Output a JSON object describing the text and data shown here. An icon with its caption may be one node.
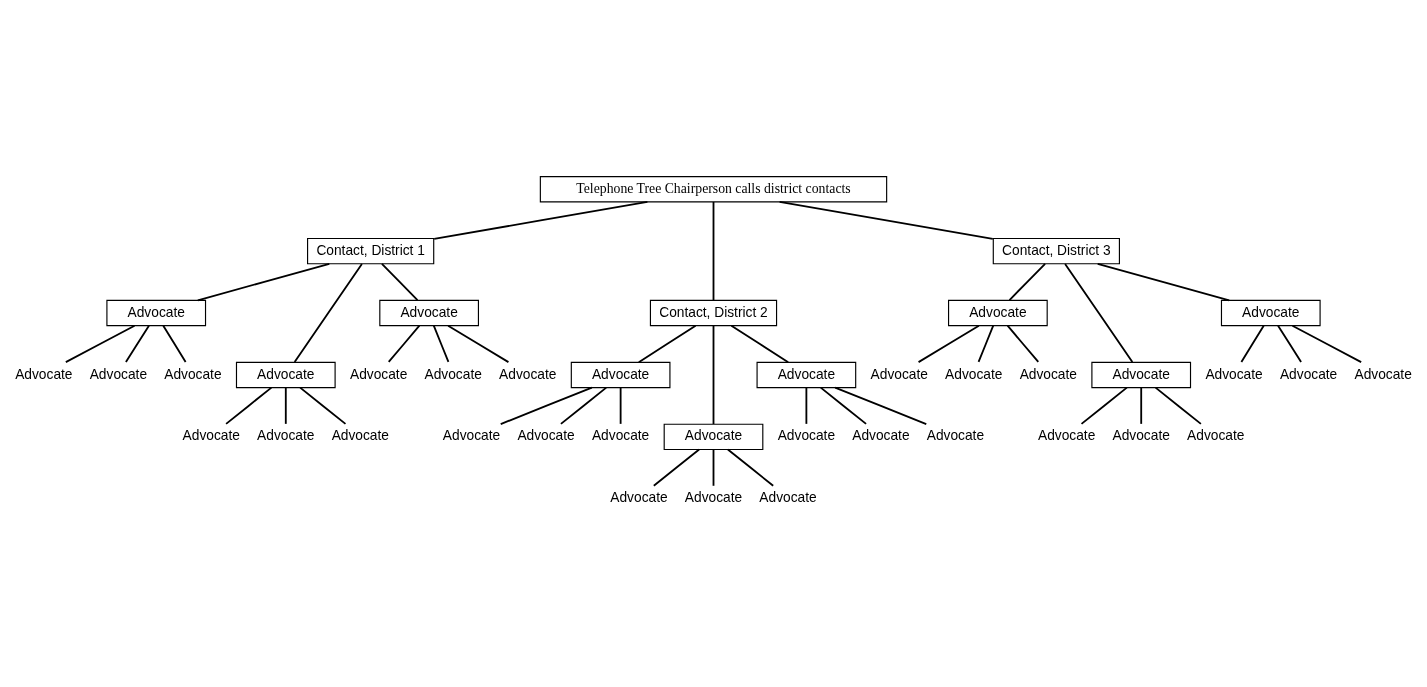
{
  "diagram": {
    "nodes": [
      {
        "text": [
          "Telephone Tree Chairperson calls district contacts"
        ]
      },
      {
        "text": [
          "Contact, District 1"
        ]
      },
      {
        "text": [
          "Advocate"
        ]
      },
      {
        "text": [
          "Advocate"
        ]
      },
      {
        "text": [
          "Advocate"
        ]
      },
      {
        "text": [
          "Advocate"
        ]
      },
      {
        "text": [
          "Advocate"
        ]
      },
      {
        "text": [
          "Advocate"
        ]
      },
      {
        "text": [
          "Advocate"
        ]
      },
      {
        "text": [
          "Advocate"
        ]
      },
      {
        "text": [
          "Advocate"
        ]
      },
      {
        "text": [
          "Advocate"
        ]
      },
      {
        "text": [
          "Advocate"
        ]
      },
      {
        "text": [
          "Advocate"
        ]
      },
      {
        "text": [
          "Contact, District 2"
        ]
      },
      {
        "text": [
          "Advocate"
        ]
      },
      {
        "text": [
          "Advocate"
        ]
      },
      {
        "text": [
          "Advocate"
        ]
      },
      {
        "text": [
          "Advocate"
        ]
      },
      {
        "text": [
          "Advocate"
        ]
      },
      {
        "text": [
          "Advocate"
        ]
      },
      {
        "text": [
          "Advocate"
        ]
      },
      {
        "text": [
          "Advocate"
        ]
      },
      {
        "text": [
          "Advocate"
        ]
      },
      {
        "text": [
          "Advocate"
        ]
      },
      {
        "text": [
          "Advocate"
        ]
      },
      {
        "text": [
          "Advocate"
        ]
      },
      {
        "text": [
          "Contact, District 3"
        ]
      },
      {
        "text": [
          "Advocate"
        ]
      },
      {
        "text": [
          "Advocate"
        ]
      },
      {
        "text": [
          "Advocate"
        ]
      },
      {
        "text": [
          "Advocate"
        ]
      },
      {
        "text": [
          "Advocate"
        ]
      },
      {
        "text": [
          "Advocate"
        ]
      },
      {
        "text": [
          "Advocate"
        ]
      },
      {
        "text": [
          "Advocate"
        ]
      },
      {
        "text": [
          "Advocate"
        ]
      },
      {
        "text": [
          "Advocate"
        ]
      },
      {
        "text": [
          "Advocate"
        ]
      },
      {
        "text": [
          "Advocate"
        ]
      }
    ],
    "edges": [
      {
        "from": 0,
        "to": 1,
        "arrow": "none"
      },
      {
        "from": 0,
        "to": 14,
        "arrow": "none"
      },
      {
        "from": 0,
        "to": 27,
        "arrow": "none"
      },
      {
        "from": 1,
        "to": 2,
        "arrow": "none"
      },
      {
        "from": 1,
        "to": 6,
        "arrow": "none"
      },
      {
        "from": 1,
        "to": 10,
        "arrow": "none"
      },
      {
        "from": 2,
        "to": 3,
        "arrow": "none"
      },
      {
        "from": 2,
        "to": 4,
        "arrow": "none"
      },
      {
        "from": 2,
        "to": 5,
        "arrow": "none"
      },
      {
        "from": 6,
        "to": 7,
        "arrow": "none"
      },
      {
        "from": 6,
        "to": 8,
        "arrow": "none"
      },
      {
        "from": 6,
        "to": 9,
        "arrow": "none"
      },
      {
        "from": 10,
        "to": 11,
        "arrow": "none"
      },
      {
        "from": 10,
        "to": 12,
        "arrow": "none"
      },
      {
        "from": 10,
        "to": 13,
        "arrow": "none"
      },
      {
        "from": 14,
        "to": 15,
        "arrow": "none"
      },
      {
        "from": 14,
        "to": 19,
        "arrow": "none"
      },
      {
        "from": 14,
        "to": 23,
        "arrow": "none"
      },
      {
        "from": 15,
        "to": 16,
        "arrow": "none"
      },
      {
        "from": 15,
        "to": 17,
        "arrow": "none"
      },
      {
        "from": 15,
        "to": 18,
        "arrow": "none"
      },
      {
        "from": 19,
        "to": 20,
        "arrow": "none"
      },
      {
        "from": 19,
        "to": 21,
        "arrow": "none"
      },
      {
        "from": 19,
        "to": 22,
        "arrow": "none"
      },
      {
        "from": 23,
        "to": 24,
        "arrow": "none"
      },
      {
        "from": 23,
        "to": 25,
        "arrow": "none"
      },
      {
        "from": 23,
        "to": 26,
        "arrow": "none"
      },
      {
        "from": 27,
        "to": 28,
        "arrow": "none"
      },
      {
        "from": 27,
        "to": 32,
        "arrow": "none"
      },
      {
        "from": 27,
        "to": 36,
        "arrow": "none"
      },
      {
        "from": 28,
        "to": 29,
        "arrow": "none"
      },
      {
        "from": 28,
        "to": 30,
        "arrow": "none"
      },
      {
        "from": 28,
        "to": 31,
        "arrow": "none"
      },
      {
        "from": 32,
        "to": 33,
        "arrow": "none"
      },
      {
        "from": 32,
        "to": 34,
        "arrow": "none"
      },
      {
        "from": 32,
        "to": 35,
        "arrow": "none"
      },
      {
        "from": 36,
        "to": 37,
        "arrow": "none"
      },
      {
        "from": 36,
        "to": 38,
        "arrow": "none"
      },
      {
        "from": 36,
        "to": 39,
        "arrow": "none"
      }
    ]
  }
}
